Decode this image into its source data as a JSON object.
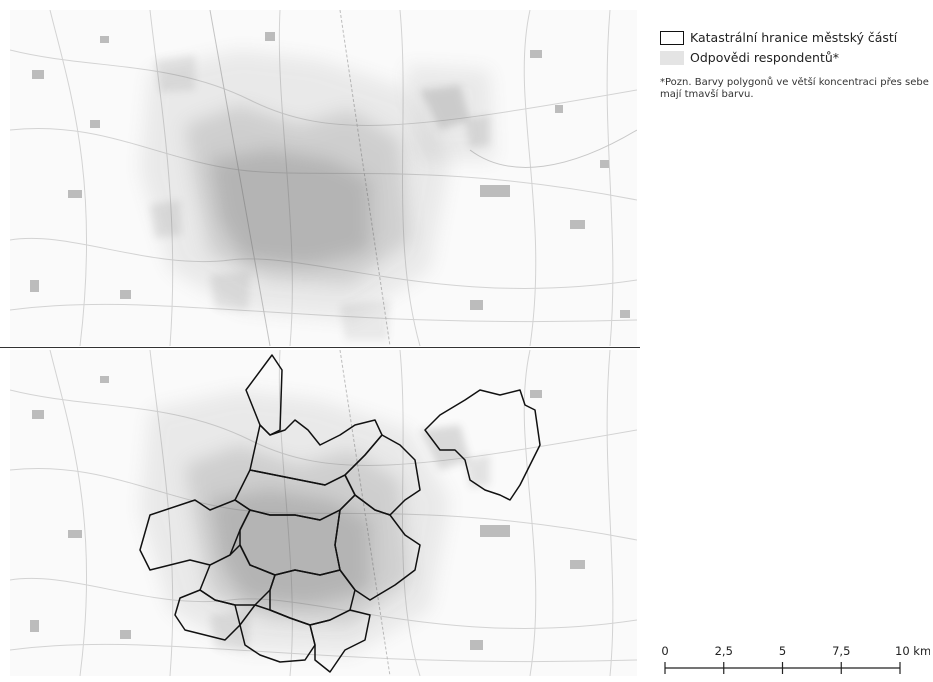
{
  "legend": {
    "boundary_label": "Katastrální hranice městský částí",
    "responses_label": "Odpovědi respondentů*",
    "note": "*Pozn. Barvy polygonů ve větší koncentraci přes sebe mají tmavší barvu."
  },
  "scalebar": {
    "ticks": [
      "0",
      "2,5",
      "5",
      "7,5",
      "10 km"
    ]
  },
  "colors": {
    "boundary": "#111111",
    "response_fill": "#5a5a5a",
    "roads": "#d2d2d2",
    "settlements": "#b8b8b8"
  }
}
